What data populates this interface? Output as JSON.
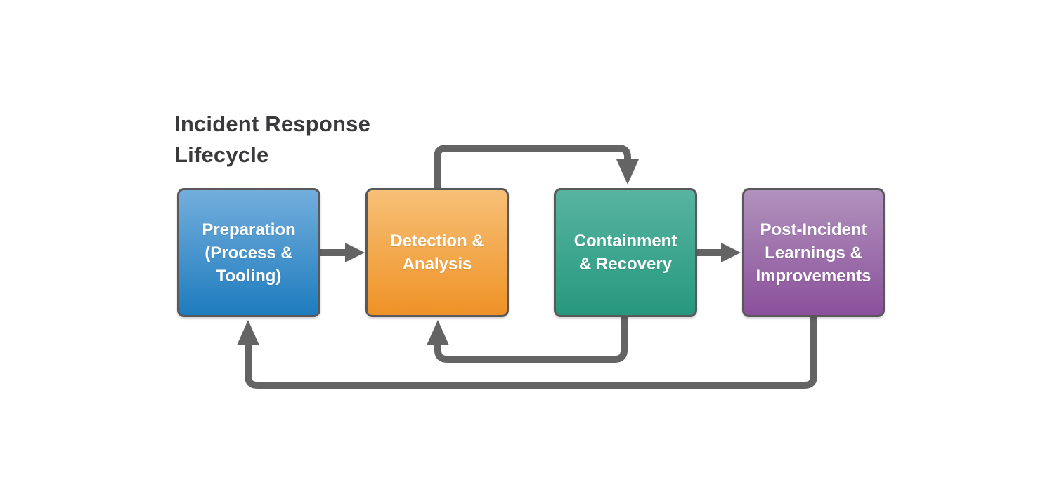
{
  "page": {
    "background": "#FFFFFF"
  },
  "title": {
    "text": "Incident Response\nLifecycle",
    "color": "#3A3A3C"
  },
  "diagram": {
    "type": "flow-cycle",
    "arrow_color": "#646464",
    "node_border_color": "#59595B",
    "node_text_color": "#FFFFFF",
    "nodes": [
      {
        "id": "preparation",
        "label": "Preparation\n(Process &\nTooling)",
        "gradient_top": "#73AEDC",
        "gradient_bottom": "#1E7CBE"
      },
      {
        "id": "detection-analysis",
        "label": "Detection &\nAnalysis",
        "gradient_top": "#F7C077",
        "gradient_bottom": "#EF9226"
      },
      {
        "id": "containment-recovery",
        "label": "Containment\n& Recovery",
        "gradient_top": "#57B4A0",
        "gradient_bottom": "#26987E"
      },
      {
        "id": "post-incident",
        "label": "Post-Incident\nLearnings &\nImprovements",
        "gradient_top": "#B192BC",
        "gradient_bottom": "#8A509B"
      }
    ],
    "connectors": [
      {
        "from": "preparation",
        "to": "detection-analysis",
        "route": "direct-right"
      },
      {
        "from": "detection-analysis",
        "to": "containment-recovery",
        "route": "over-top"
      },
      {
        "from": "containment-recovery",
        "to": "post-incident",
        "route": "direct-right"
      },
      {
        "from": "containment-recovery",
        "to": "detection-analysis",
        "route": "under-bottom"
      },
      {
        "from": "post-incident",
        "to": "preparation",
        "route": "under-bottom-long"
      }
    ]
  }
}
